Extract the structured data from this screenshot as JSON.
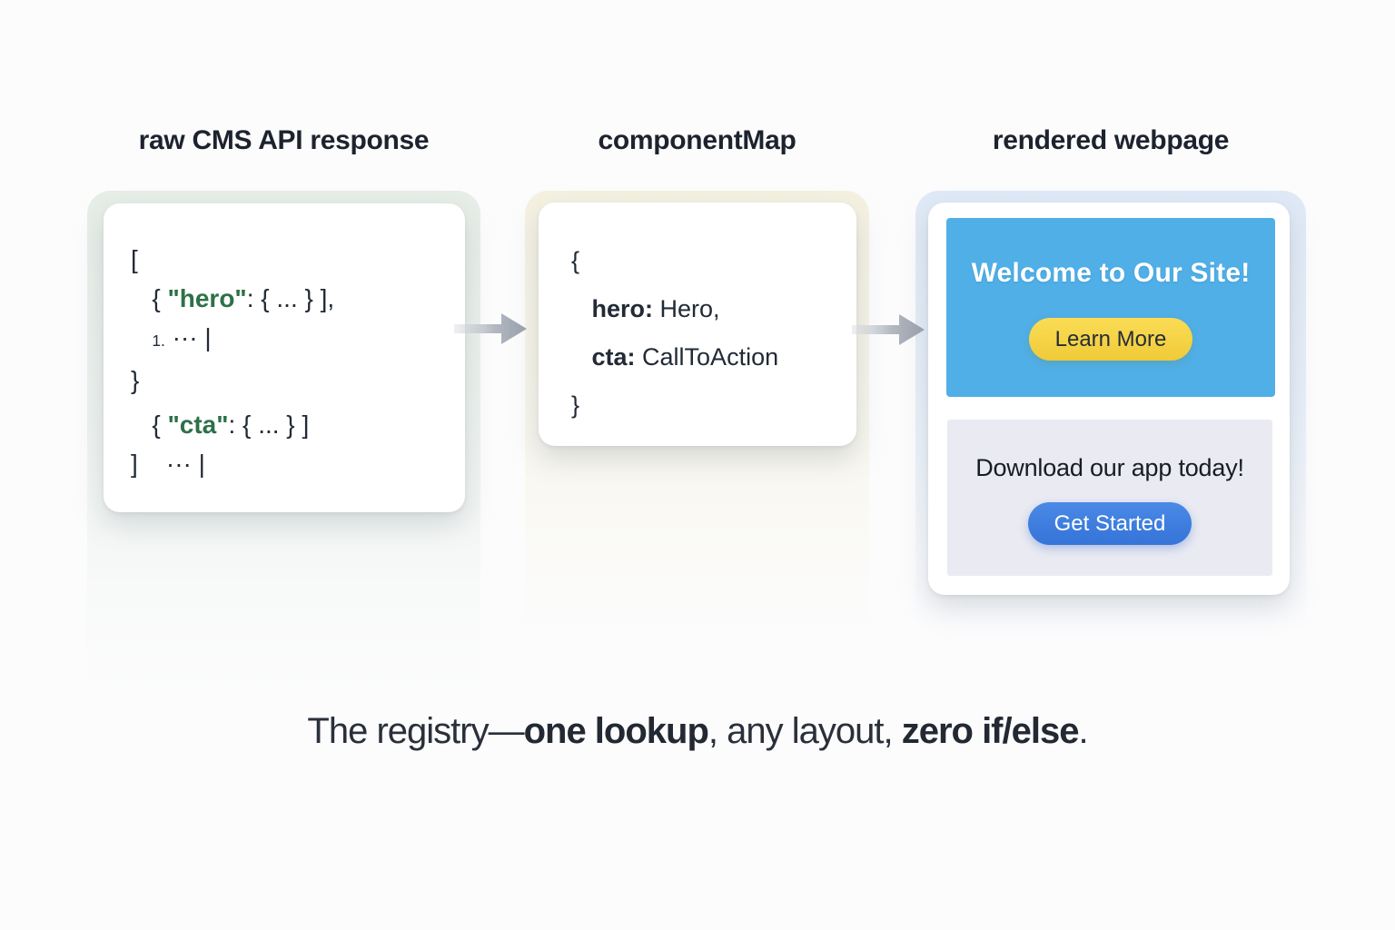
{
  "columns": {
    "raw": {
      "title": "raw CMS API response"
    },
    "map": {
      "title": "componentMap"
    },
    "render": {
      "title": "rendered webpage"
    }
  },
  "raw_code": {
    "lines": [
      [
        {
          "t": "["
        }
      ],
      [
        {
          "t": "   { "
        },
        {
          "t": "\"hero\"",
          "c": "key"
        },
        {
          "t": ": { ... } ],"
        }
      ],
      [
        {
          "t": "   "
        },
        {
          "t": "1.",
          "c": "sub"
        },
        {
          "t": " ··· |"
        }
      ],
      [
        {
          "t": "}"
        }
      ],
      [
        {
          "t": "   { "
        },
        {
          "t": "\"cta\"",
          "c": "key"
        },
        {
          "t": ": { ... } ]"
        }
      ],
      [
        {
          "t": "]"
        },
        {
          "t": "    ··· |"
        }
      ]
    ]
  },
  "map_code": {
    "lines": [
      [
        {
          "t": "{"
        }
      ],
      [
        {
          "t": "   "
        },
        {
          "t": "hero:",
          "b": true
        },
        {
          "t": " Hero,"
        }
      ],
      [
        {
          "t": "   "
        },
        {
          "t": "cta:",
          "b": true
        },
        {
          "t": " CallToAction"
        }
      ],
      [
        {
          "t": "}"
        }
      ]
    ]
  },
  "webpage": {
    "hero": {
      "heading": "Welcome to Our Site!",
      "button_label": "Learn More"
    },
    "cta": {
      "message": "Download our app today!",
      "button_label": "Get Started"
    }
  },
  "caption": {
    "parts": [
      {
        "text": "The registry—",
        "bold": false
      },
      {
        "text": "one lookup",
        "bold": true
      },
      {
        "text": ", any layout, ",
        "bold": false
      },
      {
        "text": "zero if/else",
        "bold": true
      },
      {
        "text": ".",
        "bold": false
      }
    ]
  },
  "colors": {
    "key_green": "#2e7048",
    "code_ink": "#222a36",
    "hero_blue": "#50afe7",
    "button_yellow": "#f5d444",
    "button_blue": "#3f7edd",
    "cta_panel": "#e9eaf2",
    "arrow_gray": "#9aa1ad",
    "backdrop_raw": "#e8eee9",
    "backdrop_map": "#f4f0de",
    "backdrop_render": "#dfe9f6"
  }
}
